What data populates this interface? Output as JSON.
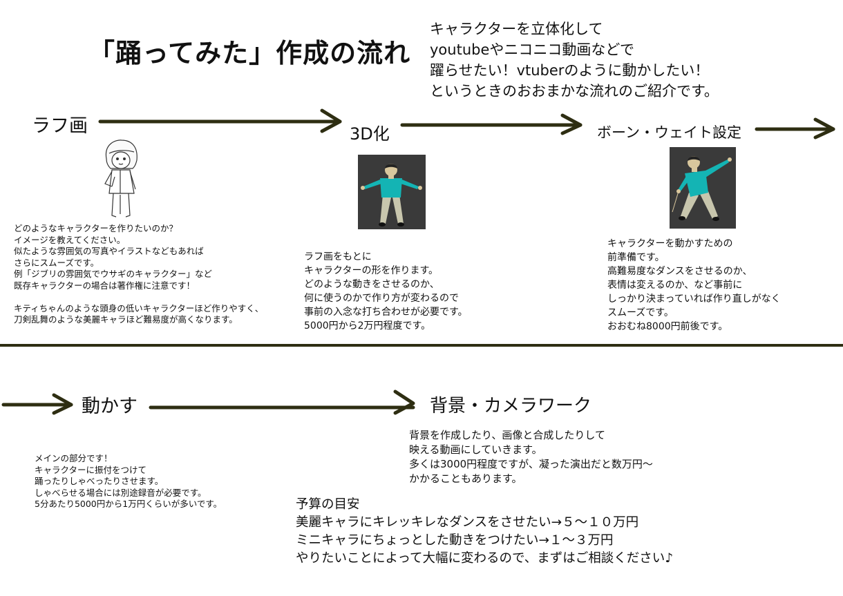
{
  "title": "「踊ってみた」作成の流れ",
  "intro": [
    "キャラクターを立体化して",
    "youtubeやニコニコ動画などで",
    "躍らせたい！vtuberのように動かしたい！",
    "というときのおおまかな流れのご紹介です。"
  ],
  "steps": {
    "rough": {
      "title": "ラフ画",
      "desc": [
        "どのようなキャラクターを作りたいのか？",
        "イメージを教えてください。",
        "似たような雰囲気の写真やイラストなどもあれば",
        "さらにスムーズです。",
        "例「ジブリの雰囲気でウサギのキャラクター」など",
        "既存キャラクターの場合は著作権に注意です！",
        "",
        "キティちゃんのような頭身の低いキャラクターほど作りやすく、",
        "刀剣乱舞のような美麗キャラほど難易度が高くなります。"
      ]
    },
    "model3d": {
      "title": "3D化",
      "desc": [
        "ラフ画をもとに",
        "キャラクターの形を作ります。",
        "どのような動きをさせるのか、",
        "何に使うのかで作り方が変わるので",
        "事前の入念な打ち合わせが必要です。",
        "5000円から2万円程度です。"
      ]
    },
    "bone": {
      "title": "ボーン・ウェイト設定",
      "desc": [
        "キャラクターを動かすための",
        "前準備です。",
        "高難易度なダンスをさせるのか、",
        "表情は変えるのか、など事前に",
        "しっかり決まっていれば作り直しがなく",
        "スムーズです。",
        "おおむね8000円前後です。"
      ]
    },
    "animate": {
      "title": "動かす",
      "desc": [
        "メインの部分です！",
        "キャラクターに振付をつけて",
        "踊ったりしゃべったりさせます。",
        "しゃべらせる場合には別途録音が必要です。",
        "5分あたり5000円から1万円くらいが多いです。"
      ]
    },
    "background": {
      "title": "背景・カメラワーク",
      "desc": [
        "背景を作成したり、画像と合成したりして",
        "映える動画にしていきます。",
        "多くは3000円程度ですが、凝った演出だと数万円～",
        "かかることもあります。"
      ]
    }
  },
  "budget": [
    "予算の目安",
    "美麗キャラにキレッキレなダンスをさせたい→５～１０万円",
    "ミニキャラにちょっとした動きをつけたい→１～３万円",
    "やりたいことによって大幅に変わるので、まずはご相談ください♪"
  ],
  "colors": {
    "arrow": "#2e2e12",
    "model_bg": "#3a3a3a",
    "shirt": "#14b4b4",
    "pants": "#c8c6ad"
  }
}
